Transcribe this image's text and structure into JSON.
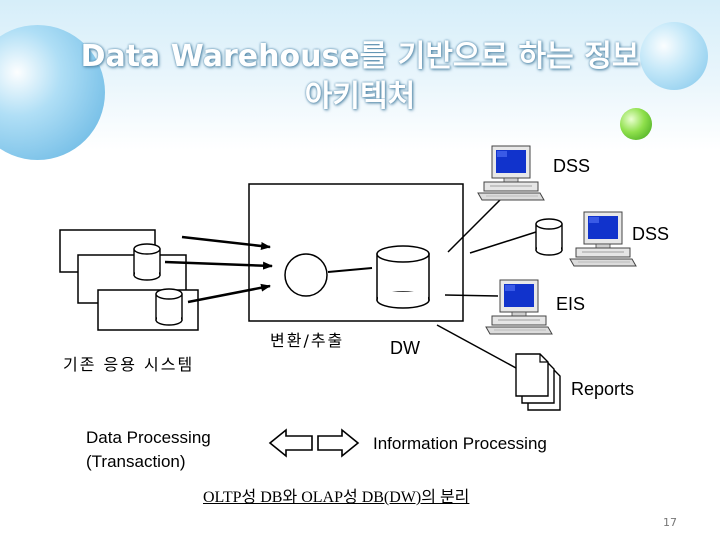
{
  "slide": {
    "title_line1": "Data Warehouse를 기반으로 하는 정보",
    "title_line2": "아키텍처",
    "page_number": "17"
  },
  "diagram": {
    "dss_label_1": "DSS",
    "dss_label_2": "DSS",
    "eis_label": "EIS",
    "transform_label": "변환/추출",
    "dw_label": "DW",
    "legacy_label": "기존 응용 시스템",
    "reports_label": "Reports",
    "data_processing_line1": "Data Processing",
    "data_processing_line2": "(Transaction)",
    "information_processing": "Information Processing",
    "caption": "OLTP성 DB와 OLAP성 DB(DW)의 분리"
  },
  "colors": {
    "screen_blue": "#1133cc",
    "bubble_blue": "#5ab4e6",
    "bubble_green": "#66cc33",
    "title_text": "#ffffff"
  }
}
